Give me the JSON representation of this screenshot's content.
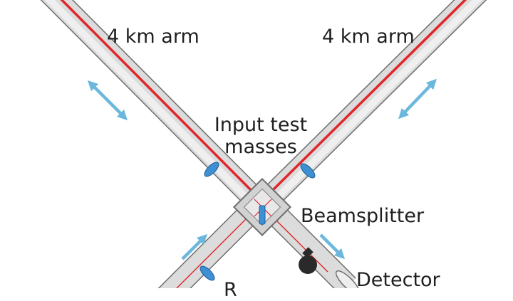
{
  "labels": {
    "left_arm": "4 km arm",
    "right_arm": "4 km arm",
    "input_masses_line1": "Input test",
    "input_masses_line2": "masses",
    "beamsplitter": "Beamsplitter",
    "detector": "Detector",
    "recycling_partial": "R"
  },
  "colors": {
    "tube_fill": "#d9d9d9",
    "tube_edge": "#6e6e6e",
    "laser": "#e0262b",
    "mirror": "#3f8fd3",
    "arrow": "#6cb8dc",
    "detector": "#2a2a2a",
    "text": "#1f1f1f"
  },
  "icons": {
    "arrow": "double-arrow",
    "mirror": "ellipse-mirror",
    "detector": "photodetector-icon"
  }
}
